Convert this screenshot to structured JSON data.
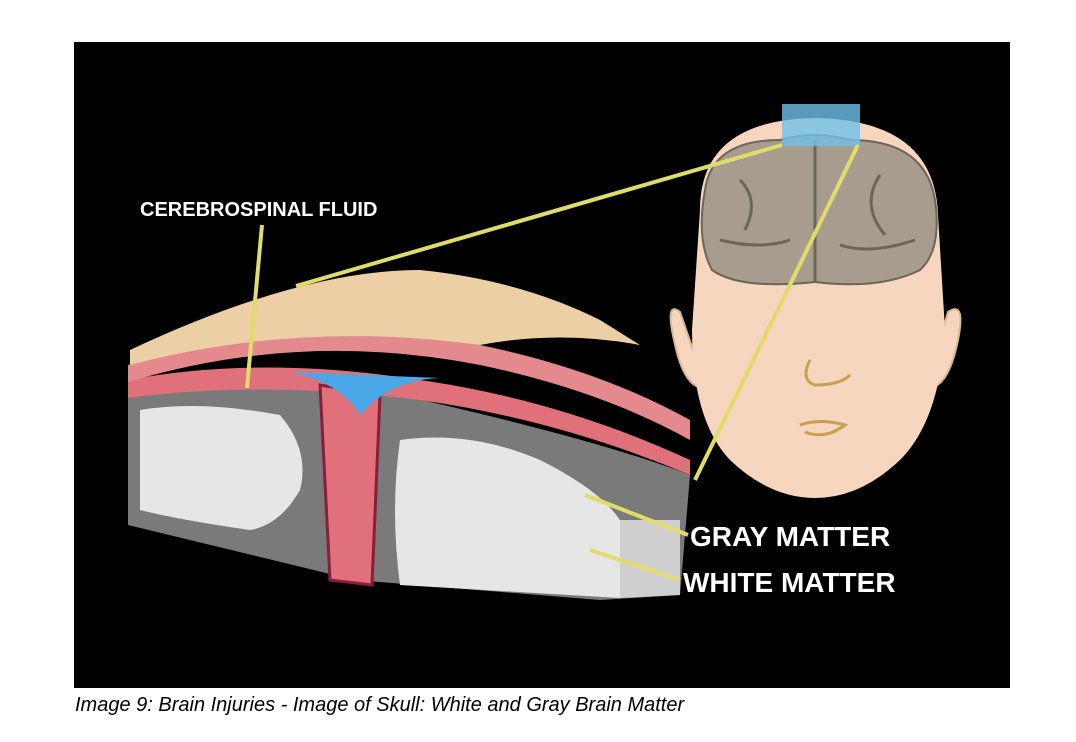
{
  "figure": {
    "labels": {
      "csf": "CEREBROSPINAL FLUID",
      "gray_matter": "GRAY MATTER",
      "white_matter": "WHITE MATTER"
    },
    "colors": {
      "background": "#000000",
      "leader_line": "#e0dc6a",
      "bone": "#eccfa5",
      "meninges": "#e0707a",
      "csf_blue": "#4aa8e8",
      "white_matter": "#e6e6e6",
      "gray_matter": "#7a7a7a",
      "skin": "#f6d6be",
      "brain": "#a89c8e"
    }
  },
  "caption": "Image 9: Brain Injuries - Image of Skull: White and Gray Brain Matter"
}
